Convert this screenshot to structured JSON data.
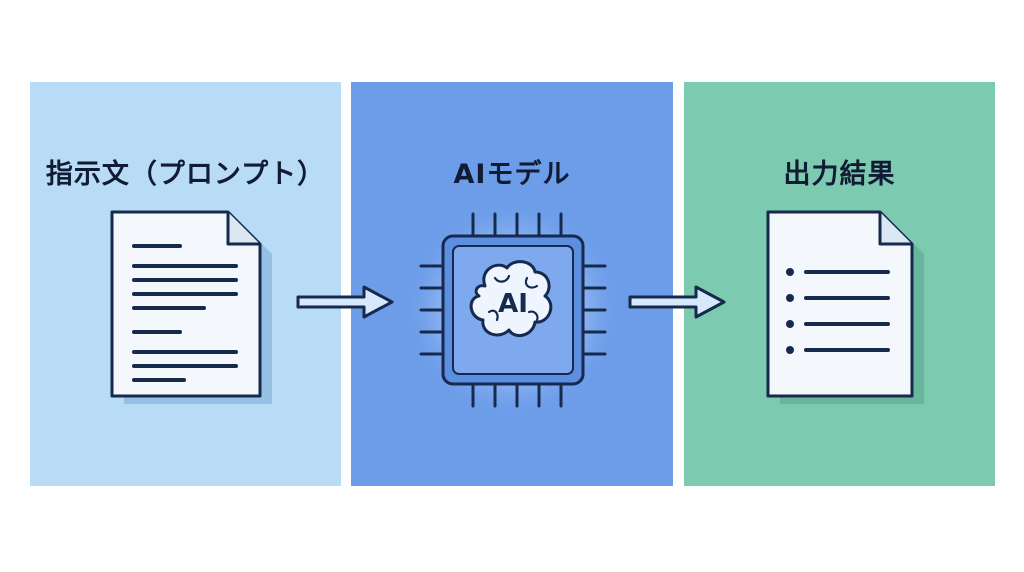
{
  "colors": {
    "input_panel": "#b8dcf6",
    "model_panel": "#6d9de9",
    "output_panel": "#7ccab0",
    "stroke": "#152a4c"
  },
  "panels": [
    {
      "title": "指示文（プロンプト）",
      "icon": "document-text-icon"
    },
    {
      "title": "AIモデル",
      "icon": "ai-chip-brain-icon"
    },
    {
      "title": "出力結果",
      "icon": "document-list-icon"
    }
  ],
  "chip": {
    "label": "AI"
  },
  "arrows": [
    "arrow-right-icon",
    "arrow-right-icon"
  ]
}
